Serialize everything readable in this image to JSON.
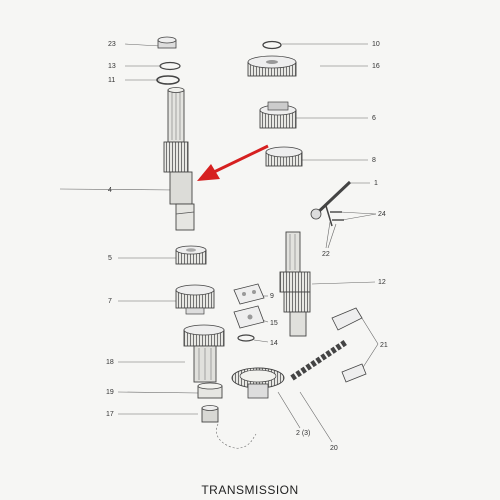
{
  "caption": "TRANSMISSION",
  "callouts": [
    "23",
    "13",
    "11",
    "4",
    "5",
    "7",
    "18",
    "19",
    "17",
    "10",
    "16",
    "6",
    "8",
    "1",
    "24",
    "22",
    "12",
    "9",
    "15",
    "14",
    "21",
    "2 (3)",
    "20"
  ],
  "colors": {
    "pointer_arrow": "#d62020",
    "ink": "#333333",
    "paper": "#f6f6f4"
  }
}
